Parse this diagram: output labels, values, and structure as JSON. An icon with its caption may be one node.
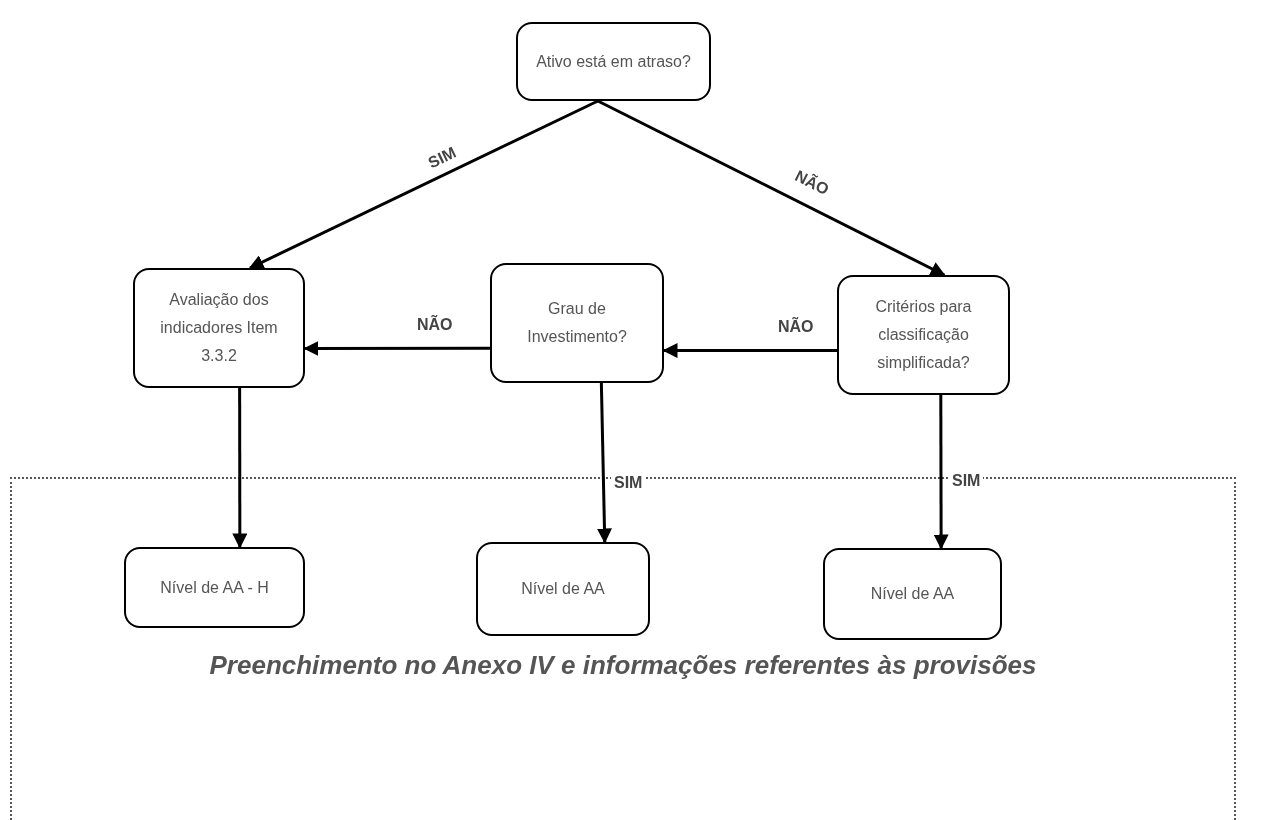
{
  "diagram": {
    "nodes": [
      {
        "text": [
          "Ativo está em atraso?"
        ]
      },
      {
        "text": [
          "Avaliação dos indicadores Item 3.3.2"
        ]
      },
      {
        "text": [
          "Grau de Investimento?"
        ]
      },
      {
        "text": [
          "Critérios para classificação simplificada?"
        ]
      },
      {
        "text": [
          "Preenchimento no Anexo IV e informações referentes às provisões"
        ]
      },
      {
        "text": [
          "Nível de AA - H"
        ],
        "in": 4
      },
      {
        "text": [
          "Nível de AA"
        ],
        "in": 4
      },
      {
        "text": [
          "Nível de AA"
        ],
        "in": 4
      }
    ],
    "edges": [
      {
        "from": 0,
        "to": 1,
        "arrow": "to",
        "label": "SIM"
      },
      {
        "from": 0,
        "to": 3,
        "arrow": "to",
        "label": "NÃO"
      },
      {
        "from": 2,
        "to": 1,
        "arrow": "to",
        "label": "NÃO"
      },
      {
        "from": 3,
        "to": 2,
        "arrow": "to",
        "label": "NÃO"
      },
      {
        "from": 1,
        "to": 5,
        "arrow": "to"
      },
      {
        "from": 2,
        "to": 6,
        "arrow": "to",
        "label": "SIM"
      },
      {
        "from": 3,
        "to": 7,
        "arrow": "to",
        "label": "SIM"
      }
    ]
  }
}
